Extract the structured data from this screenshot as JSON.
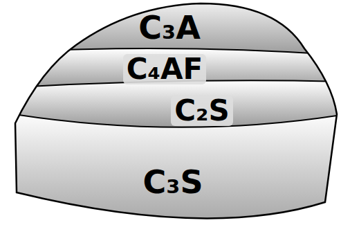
{
  "diagram": {
    "nodes": [
      {
        "text": [
          "C₃A"
        ]
      },
      {
        "text": [
          "C₄AF"
        ]
      },
      {
        "text": [
          "C₂S"
        ]
      },
      {
        "text": [
          "C₃S"
        ]
      }
    ]
  }
}
